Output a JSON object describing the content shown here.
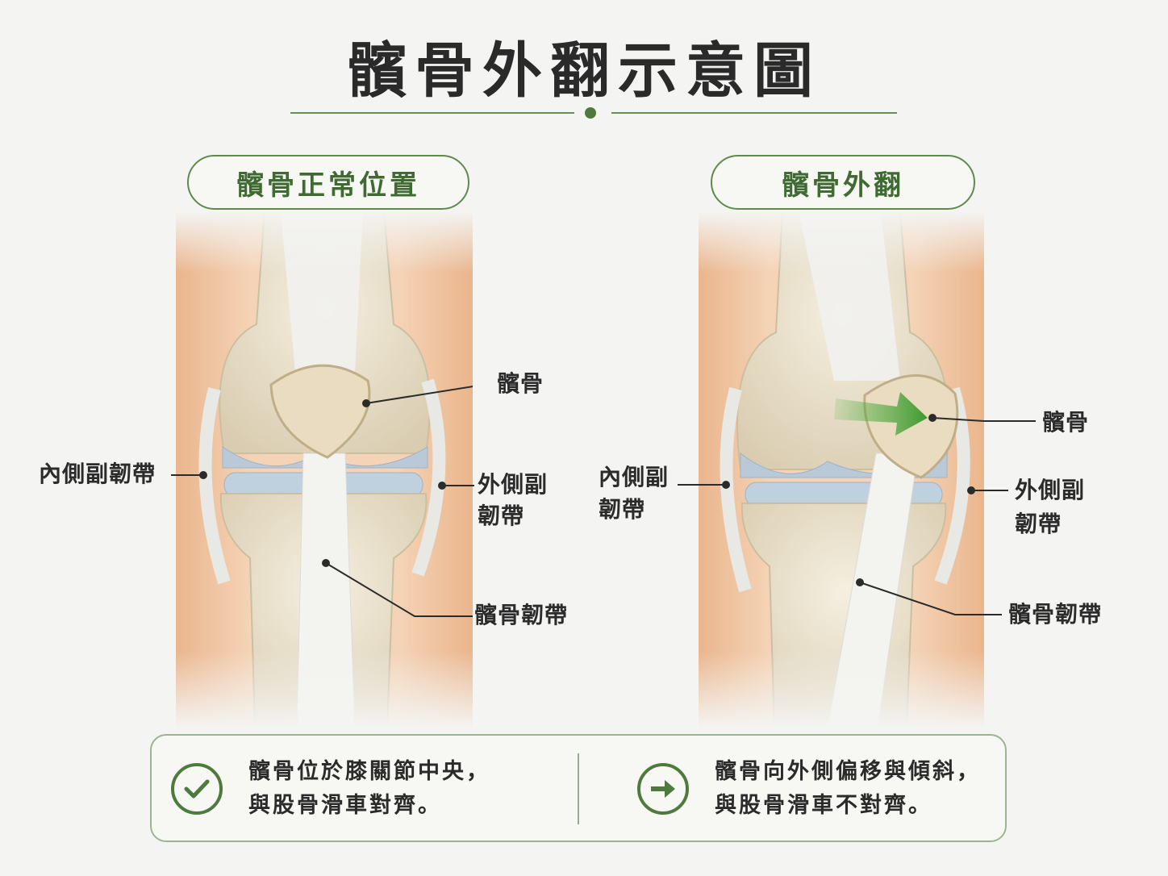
{
  "title": "髕骨外翻示意圖",
  "panels": {
    "normal": {
      "heading": "髕骨正常位置",
      "labels": {
        "patella": "髕骨",
        "medial_ligament": "內側副韌帶",
        "lateral_ligament_line1": "外側副",
        "lateral_ligament_line2": "韌帶",
        "patellar_ligament": "髕骨韌帶"
      }
    },
    "eversion": {
      "heading": "髕骨外翻",
      "labels": {
        "patella": "髕骨",
        "medial_ligament_line1": "內側副",
        "medial_ligament_line2": "韌帶",
        "lateral_ligament_line1": "外側副",
        "lateral_ligament_line2": "韌帶",
        "patellar_ligament": "髕骨韌帶"
      }
    }
  },
  "notes": {
    "normal": {
      "icon": "check-icon",
      "line1": "髕骨位於膝關節中央，",
      "line2": "與股骨滑車對齊。"
    },
    "eversion": {
      "icon": "arrow-right-icon",
      "line1": "髕骨向外側偏移與傾斜，",
      "line2": "與股骨滑車不對齊。"
    }
  },
  "colors": {
    "accent": "#4f7a3e",
    "skin": "#f0c9a6",
    "bone": "#ece2cc",
    "cartilage": "#b9c9d8",
    "arrow": "#4caf3d"
  }
}
